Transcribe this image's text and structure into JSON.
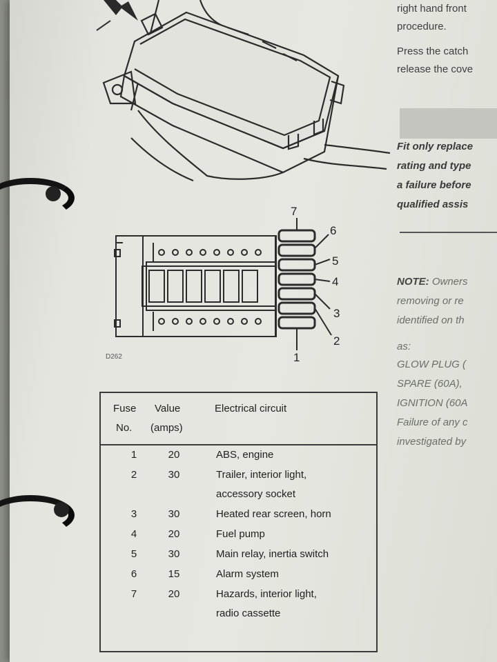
{
  "right_column": {
    "line1": "right hand front",
    "line2": "procedure.",
    "line3": "Press the catch",
    "line4": "release the cove",
    "warn1": "Fit only replace",
    "warn2": "rating and type",
    "warn3": "a failure before",
    "warn4": "qualified assis",
    "note_label": "NOTE:",
    "note1": "Owners",
    "note2": "removing or re",
    "note3": "identified on th",
    "note4": "as:",
    "note5": "GLOW PLUG (",
    "note6": "SPARE (60A),",
    "note7": "IGNITION (60A",
    "note8": "Failure of any c",
    "note9": "investigated by"
  },
  "diagram": {
    "code": "D262",
    "fuse_numbers": [
      "7",
      "6",
      "5",
      "4",
      "3",
      "2",
      "1"
    ]
  },
  "table": {
    "header": {
      "fuse": "Fuse",
      "no": "No.",
      "value": "Value",
      "amps": "(amps)",
      "circuit": "Electrical circuit"
    },
    "rows": [
      {
        "no": "1",
        "value": "20",
        "circuit": [
          "ABS, engine"
        ]
      },
      {
        "no": "2",
        "value": "30",
        "circuit": [
          "Trailer, interior light,",
          "accessory socket"
        ]
      },
      {
        "no": "3",
        "value": "30",
        "circuit": [
          "Heated rear screen, horn"
        ]
      },
      {
        "no": "4",
        "value": "20",
        "circuit": [
          "Fuel pump"
        ]
      },
      {
        "no": "5",
        "value": "30",
        "circuit": [
          "Main relay, inertia switch"
        ]
      },
      {
        "no": "6",
        "value": "15",
        "circuit": [
          "Alarm system"
        ]
      },
      {
        "no": "7",
        "value": "20",
        "circuit": [
          "Hazards, interior light,",
          "radio cassette"
        ]
      }
    ]
  }
}
